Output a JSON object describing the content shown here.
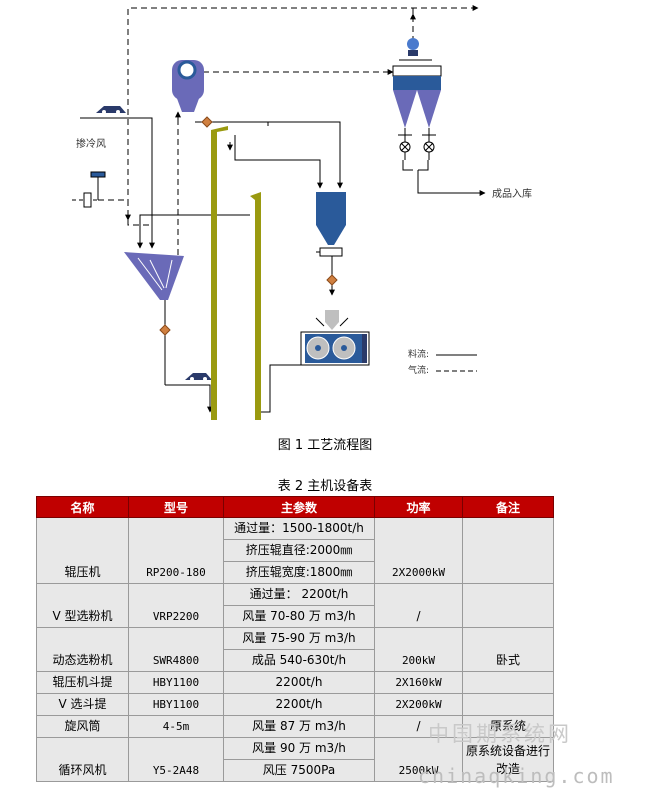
{
  "figure": {
    "labels": {
      "cold_air": "掺冷风",
      "product": "成品入库",
      "legend_material": "料流:",
      "legend_gas": "气流:"
    },
    "caption": "图 1 工艺流程图"
  },
  "table": {
    "caption": "表 2 主机设备表",
    "headers": [
      "名称",
      "型号",
      "主参数",
      "功率",
      "备注"
    ],
    "groups": [
      {
        "name": "辊压机",
        "model": "RP200-180",
        "params": [
          "通过量：1500-1800t/h",
          "挤压辊直径:2000㎜",
          "挤压辊宽度:1800㎜"
        ],
        "power": "2X2000kW",
        "note": ""
      },
      {
        "name": "V 型选粉机",
        "model": "VRP2200",
        "params": [
          "通过量： 2200t/h",
          "风量 70-80 万 m3/h"
        ],
        "power": "/",
        "note": ""
      },
      {
        "name": "动态选粉机",
        "model": "SWR4800",
        "params": [
          "风量 75-90 万 m3/h",
          "成品 540-630t/h"
        ],
        "power": "200kW",
        "note": "卧式"
      },
      {
        "name": "辊压机斗提",
        "model": "HBY1100",
        "params": [
          "2200t/h"
        ],
        "power": "2X160kW",
        "note": ""
      },
      {
        "name": "V 选斗提",
        "model": "HBY1100",
        "params": [
          "2200t/h"
        ],
        "power": "2X200kW",
        "note": ""
      },
      {
        "name": "旋风筒",
        "model": "4-5m",
        "params": [
          "风量 87 万 m3/h"
        ],
        "power": "/",
        "note": "原系统"
      },
      {
        "name": "循环风机",
        "model": "Y5-2A48",
        "params": [
          "风量 90 万 m3/h",
          "风压 7500Pa"
        ],
        "power": "2500kW",
        "note": "原系统设备进行改造"
      }
    ]
  },
  "watermark": {
    "line1": "中国期系统网",
    "line2": "chinaqking.com"
  },
  "colors": {
    "header_red": "#c00000",
    "cell_gray": "#e8e8e8",
    "equipment_blue": "#2a5a9a",
    "separator_purple": "#6a6ab8",
    "elevator_olive": "#9a9a10"
  }
}
